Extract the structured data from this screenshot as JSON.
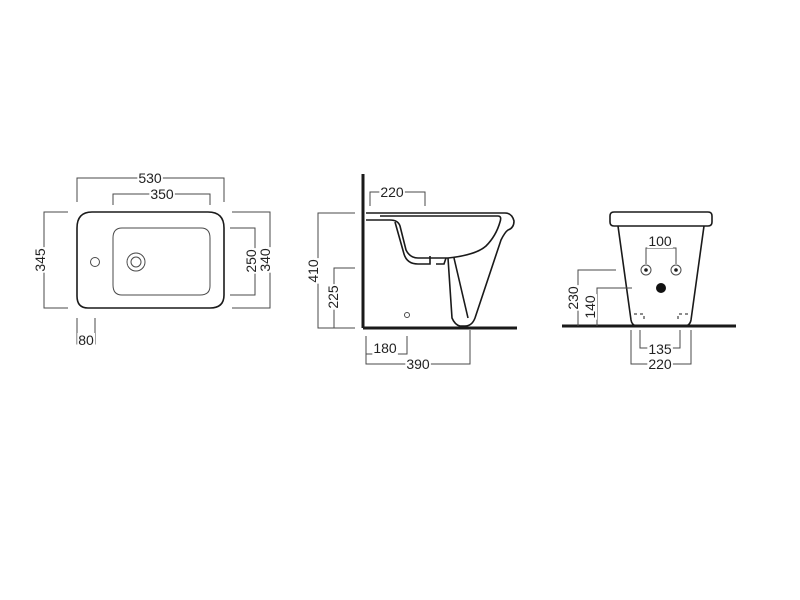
{
  "top_view": {
    "overall_width": "530",
    "basin_width": "350",
    "overall_depth": "345",
    "inner_depth": "250",
    "outer_depth": "340",
    "tap_offset": "80"
  },
  "side_view": {
    "rim_overhang": "220",
    "total_height": "410",
    "fixing_height": "225",
    "waste_offset": "180",
    "total_depth": "390"
  },
  "front_view": {
    "hole_spacing": "100",
    "inlet_height": "230",
    "waste_height": "140",
    "fixing_spacing": "135",
    "base_width": "220"
  }
}
